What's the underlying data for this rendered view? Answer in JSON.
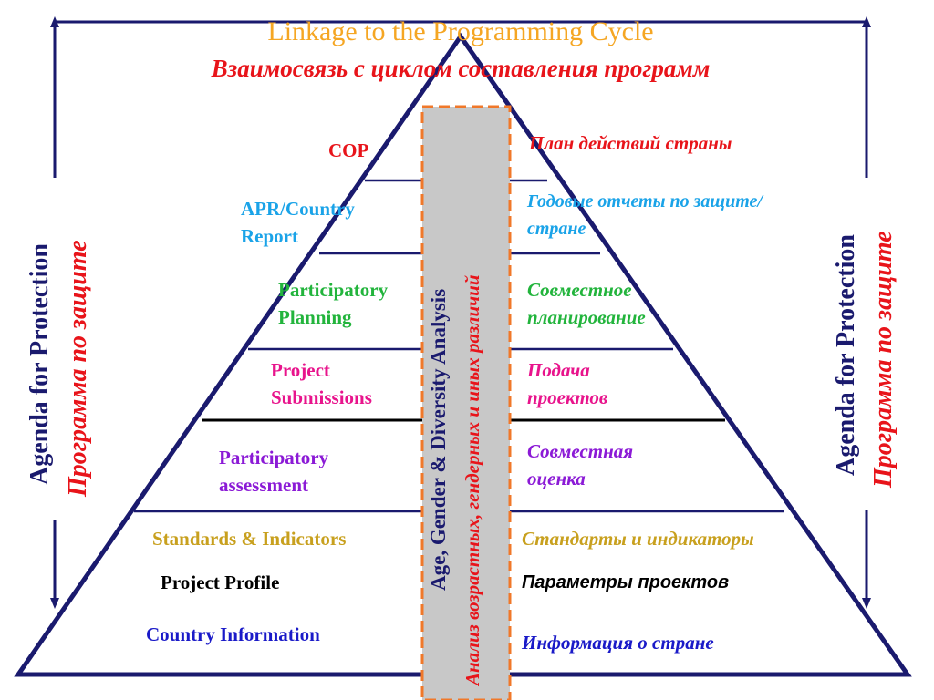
{
  "title": {
    "en": "Linkage to the Programming Cycle",
    "ru": "Взаимосвязь с циклом составления программ"
  },
  "side": {
    "en": "Agenda for Protection",
    "ru": "Программа по защите"
  },
  "center_bar": {
    "en": "Age,  Gender &  Diversity Analysis",
    "ru": "Анализ возрастных, гендерных и иных различий"
  },
  "levels": [
    {
      "en": [
        "COP"
      ],
      "ru": [
        "План действий страны"
      ],
      "color": "#e8141a"
    },
    {
      "en": [
        "APR/Country",
        "Report"
      ],
      "ru": [
        "Годовые отчеты по защите/",
        "стране"
      ],
      "color": "#1aa3e8"
    },
    {
      "en": [
        "Participatory",
        "Planning"
      ],
      "ru": [
        "Совместное",
        "планирование"
      ],
      "color": "#22b43c"
    },
    {
      "en": [
        "Project",
        "Submissions"
      ],
      "ru": [
        "Подача",
        "проектов"
      ],
      "color": "#e8148c"
    },
    {
      "en": [
        "Participatory",
        "assessment"
      ],
      "ru": [
        "Совместная",
        "оценка"
      ],
      "color": "#8b1ad6"
    },
    {
      "en": [
        "Standards & Indicators"
      ],
      "ru": [
        "Стандарты и индикаторы"
      ],
      "color": "#c8a01e"
    },
    {
      "en": [
        "Project Profile"
      ],
      "ru": [
        "Параметры проектов"
      ],
      "color": "#000000"
    },
    {
      "en": [
        "Country Information"
      ],
      "ru": [
        "Информация о стране"
      ],
      "color": "#1a1ac8"
    }
  ],
  "colors": {
    "pyramid": "#1a1a6e",
    "bar_fill": "#c8c8c8",
    "bar_border": "#f0782a",
    "side_en": "#1a1a6e",
    "side_ru": "#e8141a"
  }
}
